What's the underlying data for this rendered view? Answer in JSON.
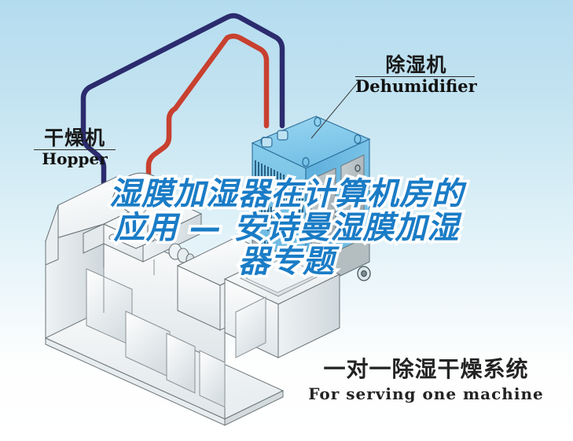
{
  "background": {
    "top_color": "#b4dcef",
    "bottom_color": "#ffffff"
  },
  "labels": {
    "hopper": {
      "cn": "干燥机",
      "en": "Hopper"
    },
    "dehumidifier": {
      "cn": "除湿机",
      "en": "Dehumidifier"
    }
  },
  "overlay_title": {
    "color": "#1a7cc6",
    "stroke_color": "#ffffff",
    "lines": [
      "湿膜加湿器在计算机房的",
      "应用 — 安诗曼湿膜加湿",
      "器专题"
    ]
  },
  "caption": {
    "cn": "一对一除湿干燥系统",
    "en": "For serving one machine"
  },
  "diagram": {
    "pipes": [
      {
        "name": "return-air-pipe",
        "color": "#2b2b6e"
      },
      {
        "name": "hot-air-pipe",
        "color": "#c8402f"
      }
    ],
    "dehumidifier_cabinet": {
      "name": "dehumidifier-cabinet",
      "body_color": "#79c3e8",
      "top_color": "#8fd0ed",
      "side_color": "#5aa9d6",
      "panel_color": "#b9c3c6"
    },
    "molding_machine": {
      "name": "injection-molding-machine",
      "body_color": "#f3f5f6",
      "edge_color": "#6b7478"
    }
  }
}
